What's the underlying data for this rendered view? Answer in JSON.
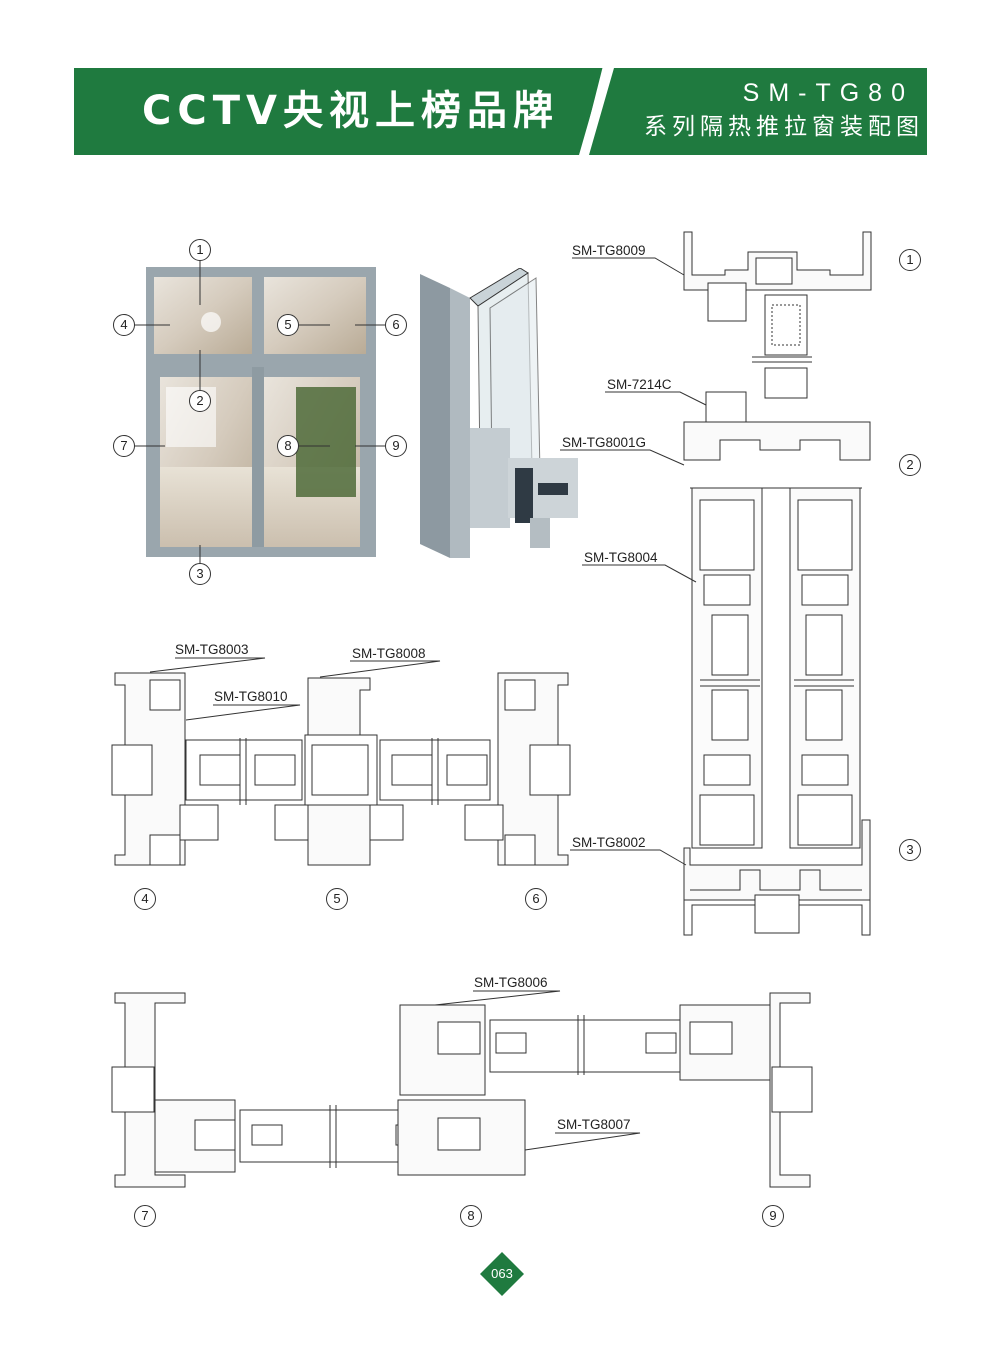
{
  "header": {
    "brand": "CCTV央视上榜品牌",
    "series_code": "SM-TG80",
    "series_name": "系列隔热推拉窗装配图",
    "colors": {
      "banner_green": "#1f7a3f",
      "white": "#ffffff"
    }
  },
  "callouts": {
    "photo": [
      "1",
      "2",
      "3",
      "4",
      "5",
      "6",
      "7",
      "8",
      "9"
    ],
    "section": [
      "1",
      "2",
      "3"
    ],
    "details": [
      "4",
      "5",
      "6",
      "7",
      "8",
      "9"
    ]
  },
  "profiles": {
    "tg8009": "SM-TG8009",
    "p7214c": "SM-7214C",
    "tg8001g": "SM-TG8001G",
    "tg8004": "SM-TG8004",
    "tg8002": "SM-TG8002",
    "tg8003": "SM-TG8003",
    "tg8008": "SM-TG8008",
    "tg8010": "SM-TG8010",
    "tg8006": "SM-TG8006",
    "tg8007": "SM-TG8007"
  },
  "page_number": "063"
}
